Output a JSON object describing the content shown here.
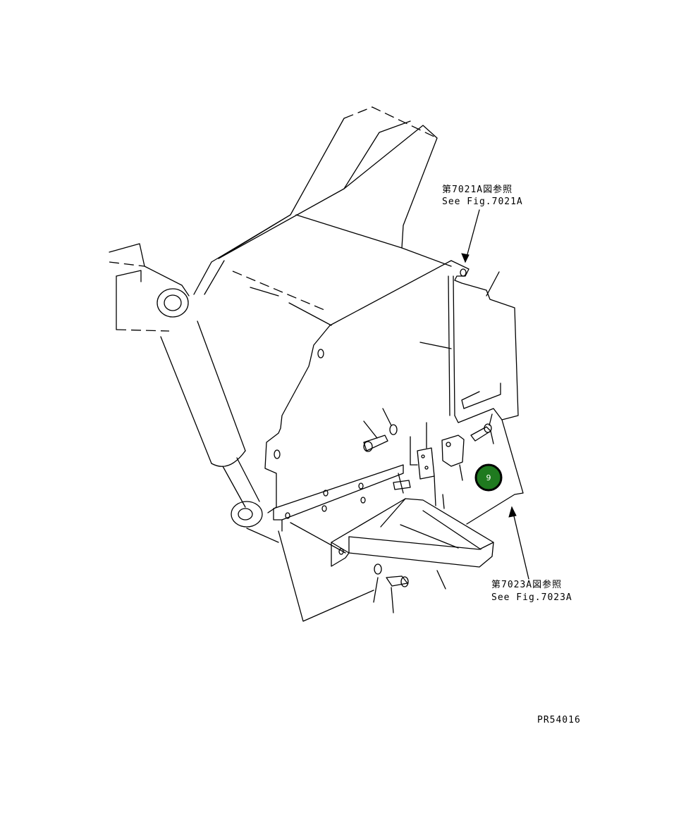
{
  "references": [
    {
      "jp": "第7021A図参照",
      "en": "See Fig.7021A"
    },
    {
      "jp": "第7023A図参照",
      "en": "See Fig.7023A"
    }
  ],
  "callouts": [
    {
      "number": "9",
      "color": "#1f7a1f"
    }
  ],
  "drawing_code": "PR54016"
}
